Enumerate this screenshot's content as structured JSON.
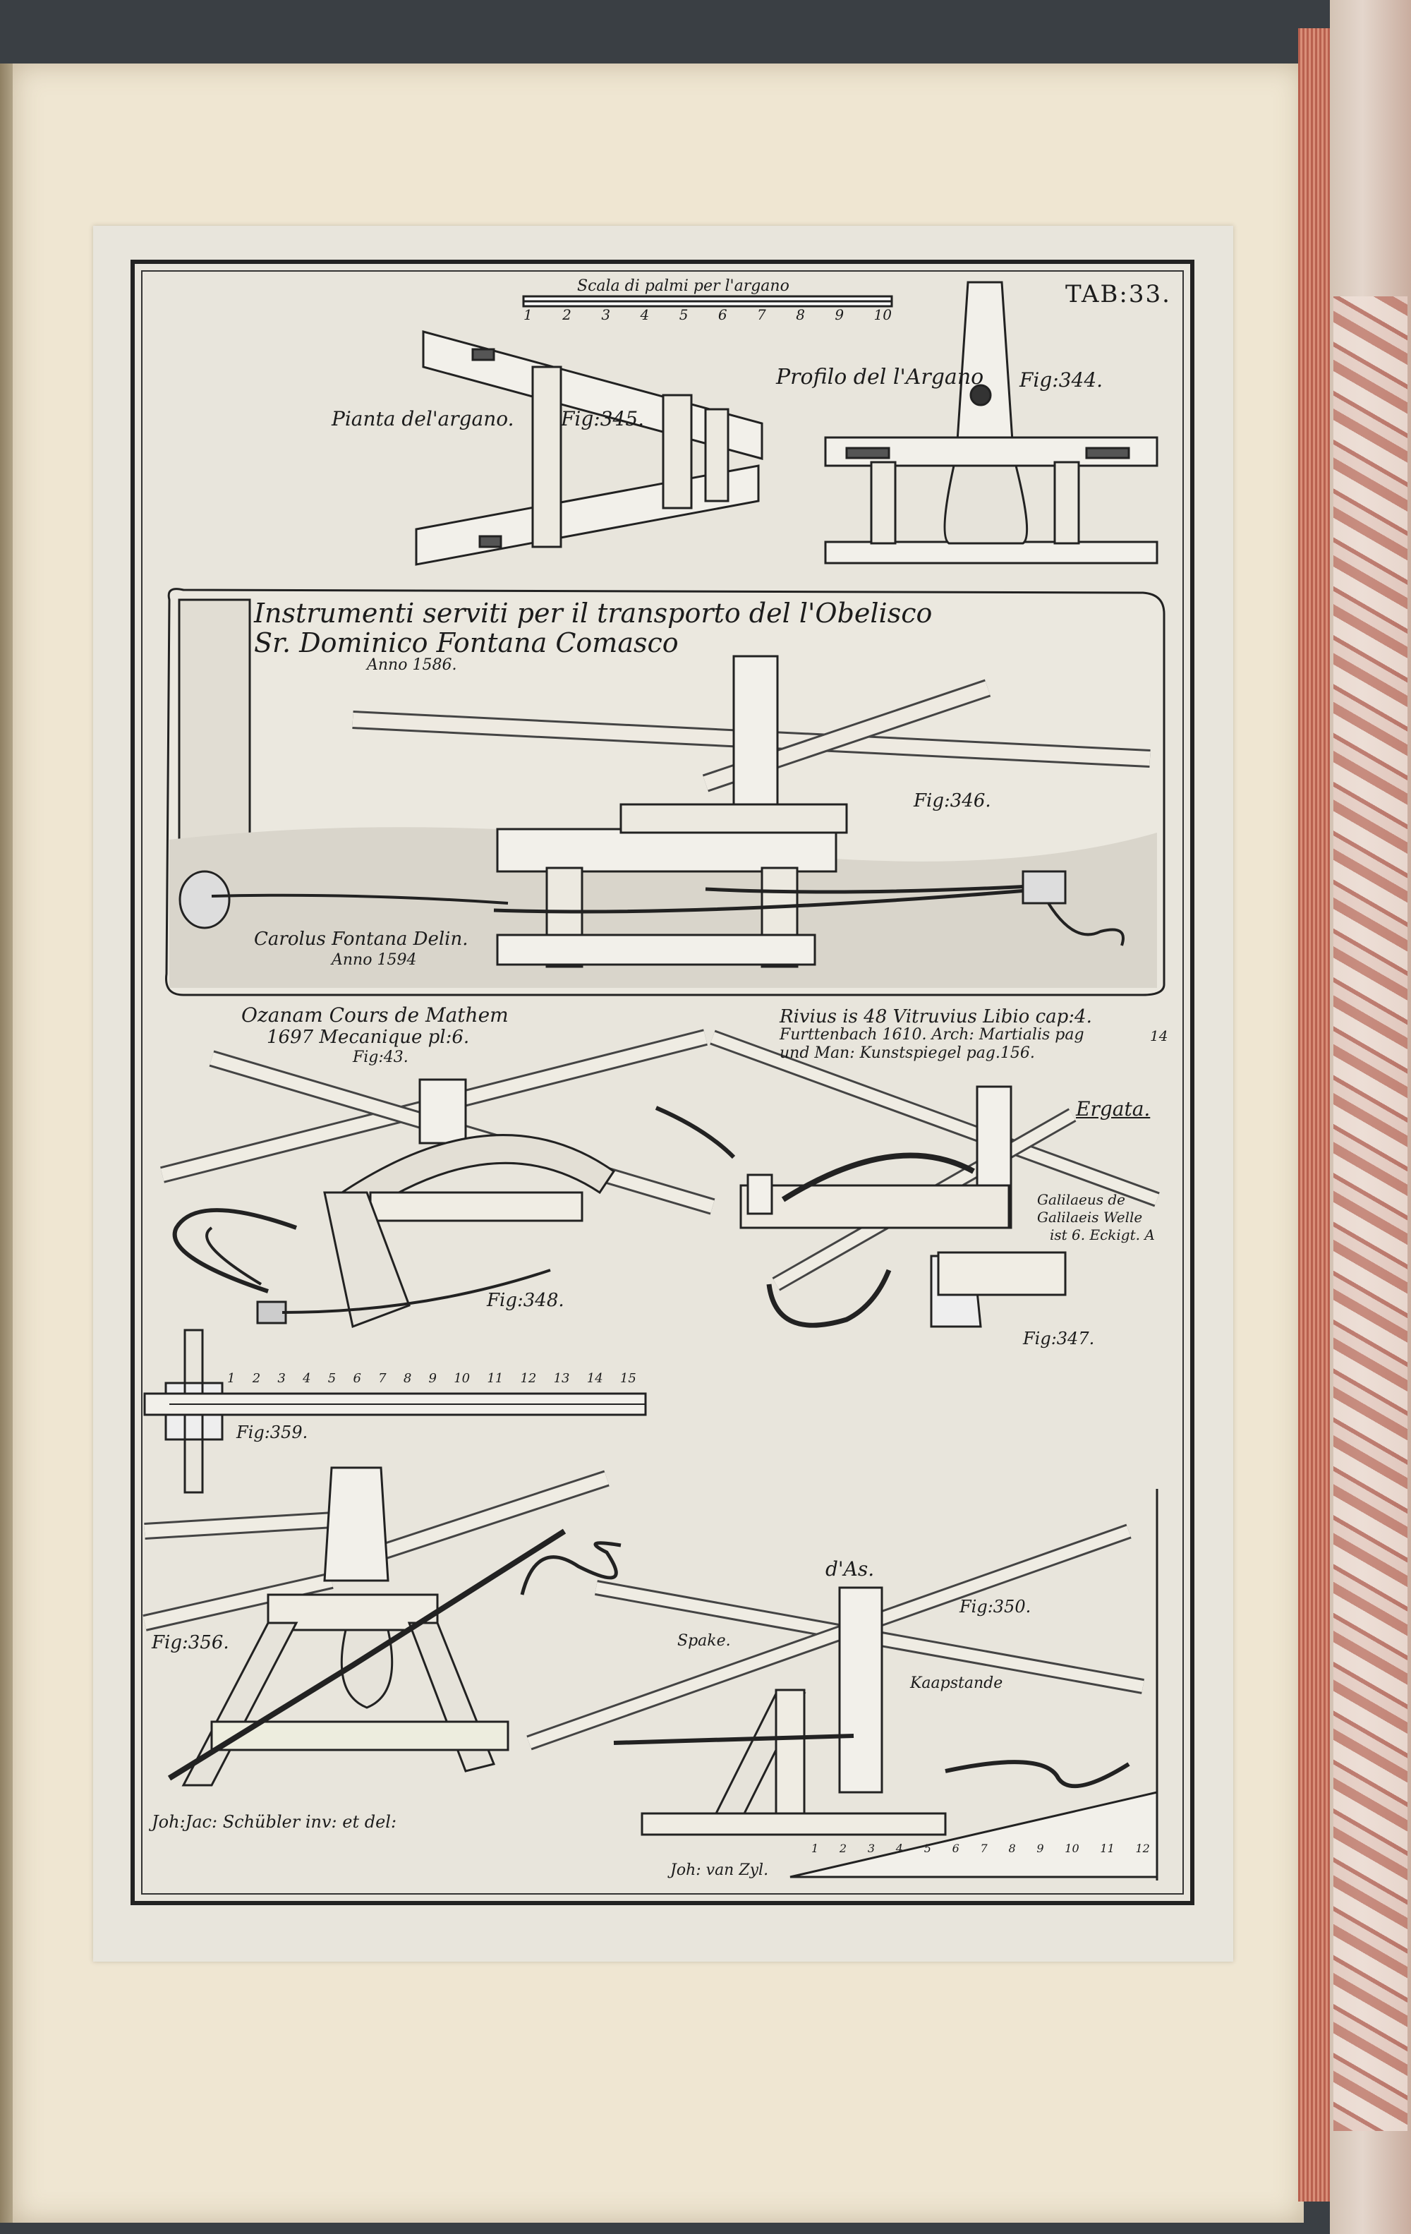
{
  "plate": {
    "number": "TAB:33.",
    "scale_title": "Scala di palmi per l'argano",
    "scale_ticks": [
      "1",
      "2",
      "3",
      "4",
      "5",
      "6",
      "7",
      "8",
      "9",
      "10"
    ]
  },
  "figures": {
    "f345": {
      "label": "Pianta del'argano.",
      "fig": "Fig:345."
    },
    "f344": {
      "label": "Profilo del l'Argano",
      "fig": "Fig:344."
    },
    "f346": {
      "title_line1": "Instrumenti serviti per il transporto del l'Obelisco",
      "title_line2": "Sr. Dominico Fontana Comasco",
      "year": "Anno 1586.",
      "fig": "Fig:346.",
      "artist": "Carolus Fontana Delin.",
      "artist_year": "Anno 1594"
    },
    "f348": {
      "ref1": "Ozanam Cours de Mathem",
      "ref2": "1697 Mecanique pl:6.",
      "ref3": "Fig:43.",
      "fig": "Fig:348."
    },
    "f347": {
      "ref1": "Rivius is 48 Vitruvius Libio cap:4.",
      "ref2": "Furttenbach 1610. Arch: Martialis pag",
      "ref3": "und Man: Kunstspiegel pag.156.",
      "side_num": "14",
      "term": "Ergata.",
      "note1": "Galilaeus de",
      "note2": "Galilaeis Welle",
      "note3": "ist 6. Eckigt. A",
      "fig": "Fig:347."
    },
    "f359": {
      "fig": "Fig:359.",
      "ticks": [
        "1",
        "2",
        "3",
        "4",
        "5",
        "6",
        "7",
        "8",
        "9",
        "10",
        "11",
        "12",
        "13",
        "14",
        "15"
      ]
    },
    "f356": {
      "fig": "Fig:356.",
      "signature": "Joh:Jac: Schübler inv: et del:"
    },
    "f350": {
      "top_label": "d'As.",
      "fig": "Fig:350.",
      "spake": "Spake.",
      "kaapstande": "Kaapstande",
      "engraver": "Joh: van Zyl.",
      "ticks": [
        "1",
        "2",
        "3",
        "4",
        "5",
        "6",
        "7",
        "8",
        "9",
        "10",
        "11",
        "12"
      ]
    }
  }
}
